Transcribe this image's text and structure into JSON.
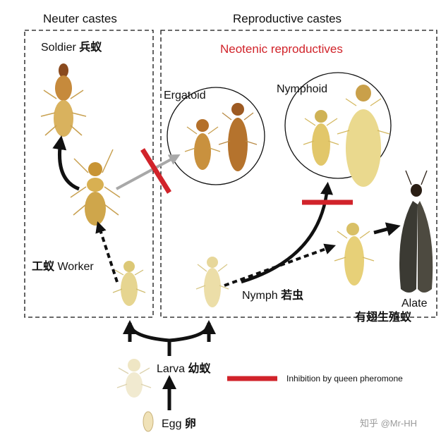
{
  "headers": {
    "neuter": "Neuter castes",
    "reproductive": "Reproductive castes"
  },
  "neotenic_title": "Neotenic reproductives",
  "labels": {
    "soldier_en": "Soldier",
    "soldier_cn": "兵蚁",
    "ergatoid": "Ergatoid",
    "nymphoid": "Nymphoid",
    "worker_cn": "工蚁",
    "worker_en": "Worker",
    "nymph_en": "Nymph",
    "nymph_cn": "若虫",
    "alate_en": "Alate",
    "alate_cn": "有翅生殖蚁",
    "larva_en": "Larva",
    "larva_cn": "幼蚁",
    "egg_en": "Egg",
    "egg_cn": "卵"
  },
  "legend": {
    "text": "Inhibition by queen pheromone",
    "color": "#d1232a"
  },
  "watermark": "知乎 @Mr-HH",
  "colors": {
    "inhibition": "#d1232a",
    "arrow": "#111111",
    "arrow_gray": "#a8a8a8",
    "body_pale": "#e6d590",
    "body_dark": "#b9772e"
  }
}
